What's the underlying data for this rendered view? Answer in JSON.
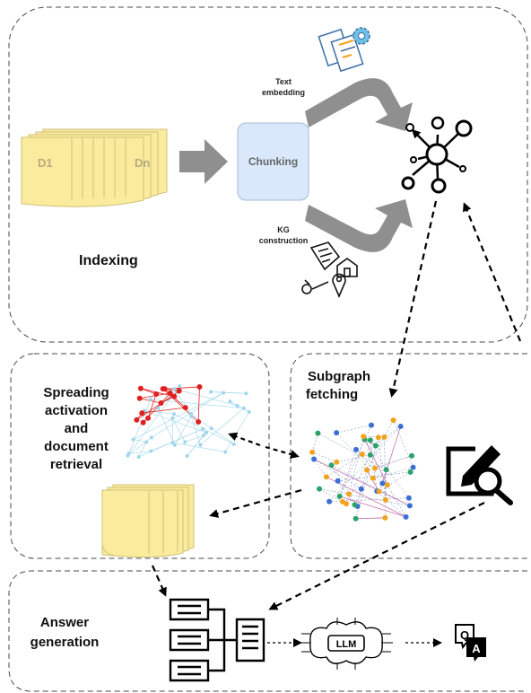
{
  "sections": {
    "indexing": {
      "title": "Indexing",
      "doc_first": "D1",
      "doc_last": "Dn",
      "chunking": "Chunking",
      "text_embedding": [
        "Text",
        "embedding"
      ],
      "kg_construction": [
        "KG",
        "construction"
      ]
    },
    "retrieval": {
      "spreading": [
        "Spreading",
        "activation",
        "and",
        "document",
        "retrieval"
      ],
      "subgraph": [
        "Subgraph",
        "fetching"
      ]
    },
    "answer": {
      "title": [
        "Answer",
        "generation"
      ],
      "llm": "LLM",
      "qa_q": "Q",
      "qa_a": "A"
    }
  },
  "colors": {
    "doc_fill": "#fbeb9c",
    "doc_stroke": "#cfc07a",
    "doc_text": "#b7ac82",
    "chunk_fill": "#dae8fc",
    "chunk_stroke": "#a6b9d6",
    "chunk_text": "#666666",
    "arrow_gray": "#8f8f8f",
    "graph_red": "#e02020",
    "graph_light": "#9ed6ea",
    "node_blue": "#3b6fd6",
    "node_orange": "#f2a31c",
    "node_green": "#2aa36b"
  }
}
